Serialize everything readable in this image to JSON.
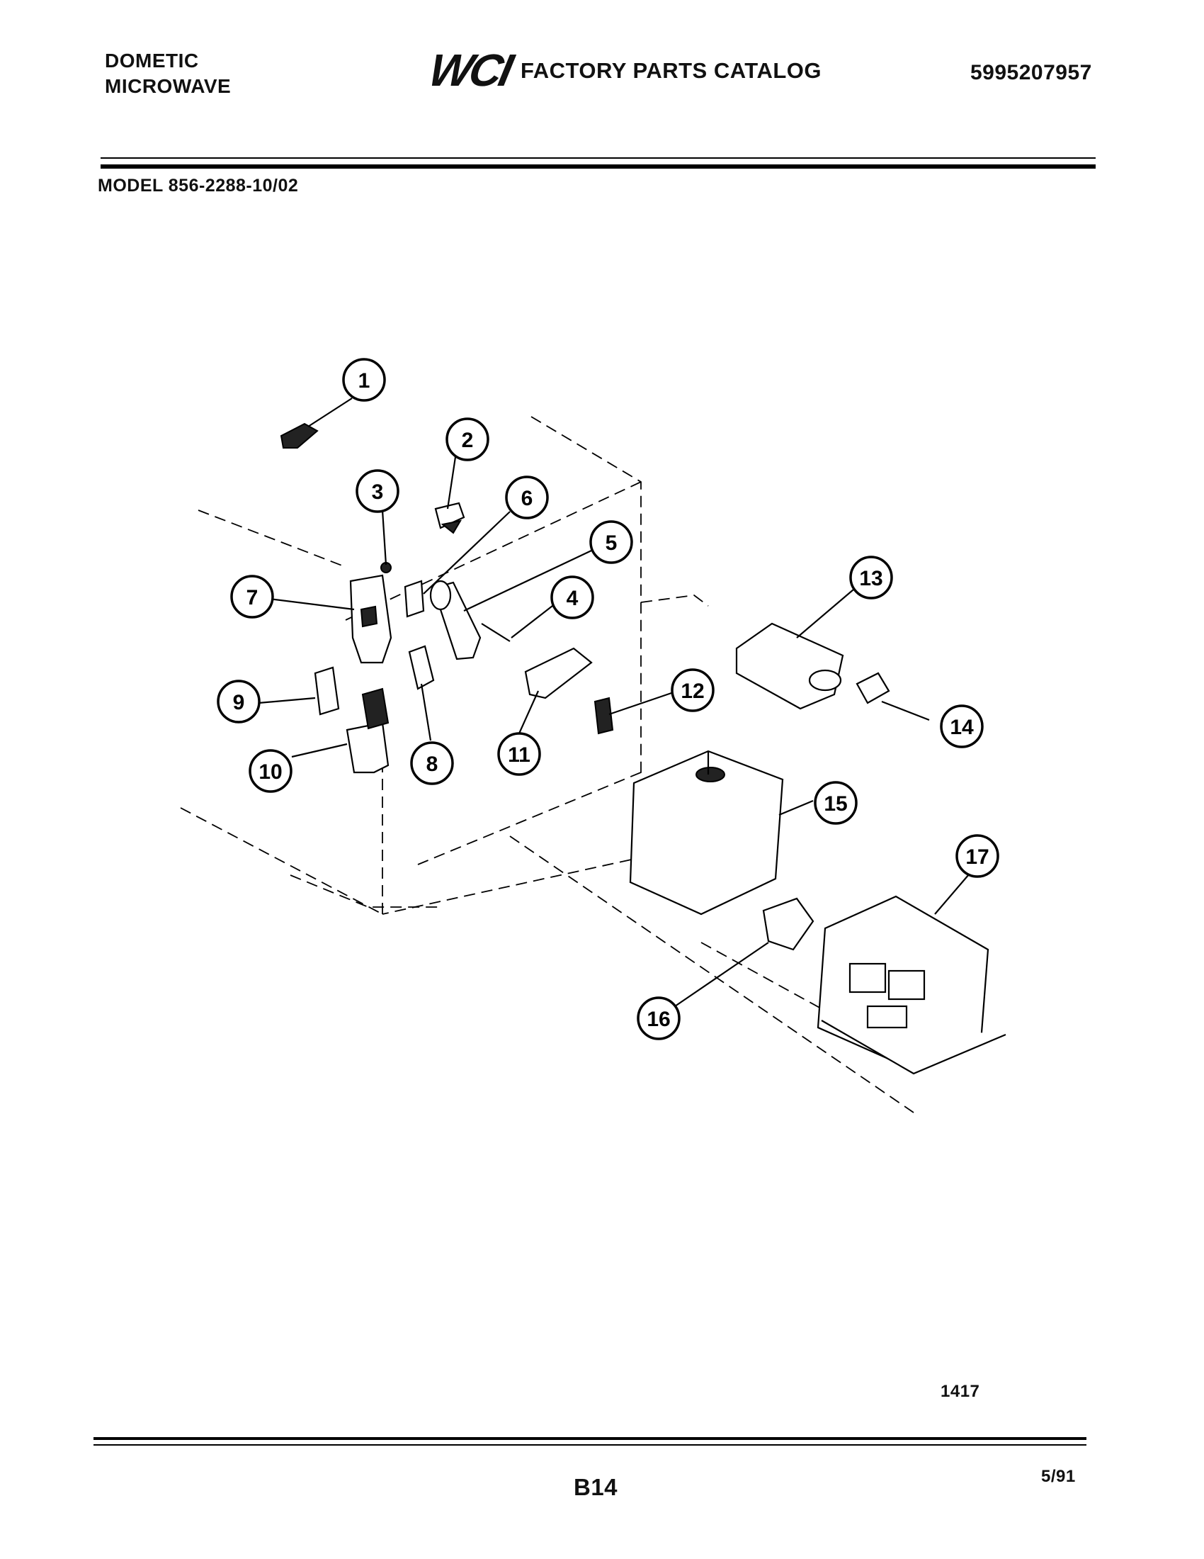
{
  "header": {
    "brand_line1": "DOMETIC",
    "brand_line2": "MICROWAVE",
    "logo": "WCI",
    "catalog_title": "FACTORY PARTS CATALOG",
    "catalog_number": "5995207957"
  },
  "model_label": "MODEL 856-2288-10/02",
  "callouts": [
    "1",
    "2",
    "3",
    "4",
    "5",
    "6",
    "7",
    "8",
    "9",
    "10",
    "11",
    "12",
    "13",
    "14",
    "15",
    "16",
    "17"
  ],
  "figure_number": "1417",
  "footer": {
    "page": "B14",
    "date": "5/91"
  }
}
